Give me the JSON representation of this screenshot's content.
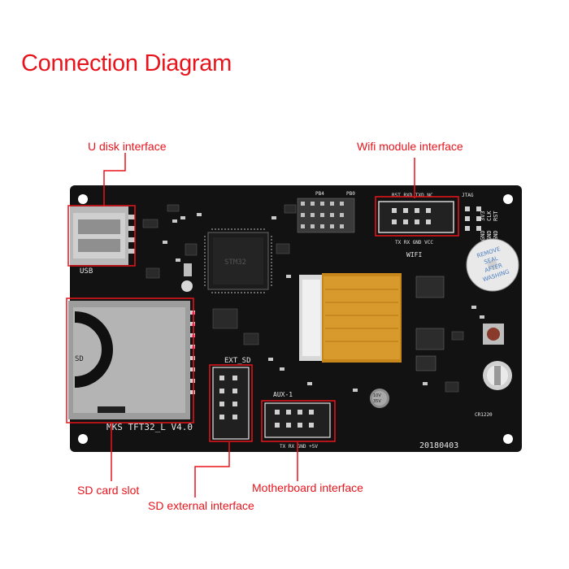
{
  "title": "Connection Diagram",
  "accent_color": "#e8141c",
  "board_color": "#111111",
  "callouts": {
    "u_disk": "U disk interface",
    "wifi": "Wifi module interface",
    "sd_slot": "SD card slot",
    "sd_external": "SD external interface",
    "motherboard": "Motherboard interface"
  },
  "silkscreen": {
    "model": "MKS TFT32_L V4.0",
    "date": "20180403",
    "usb": "USB",
    "sd": "SD",
    "ext_sd": "EXT_SD",
    "aux1": "AUX-1",
    "aux1_pins": "TX  RX  GND +5V",
    "wifi": "WIFI",
    "wifi_top": "RST RXD TXD NC",
    "wifi_bottom": "TX  RX  GND VCC",
    "jtag": "JTAG",
    "jtag_pins": [
      "3V3",
      "CLK",
      "RST"
    ],
    "jtag_pins2": [
      "GND",
      "GND",
      "GND"
    ],
    "buzzer": [
      "REMOVE",
      "SEAL",
      "AFTER",
      "WASHING"
    ],
    "battery": "CR1220",
    "ic_marks": "STM32",
    "reset_labels": [
      "PB4",
      "PB0"
    ],
    "capacitor": [
      "10V",
      "35V"
    ]
  }
}
